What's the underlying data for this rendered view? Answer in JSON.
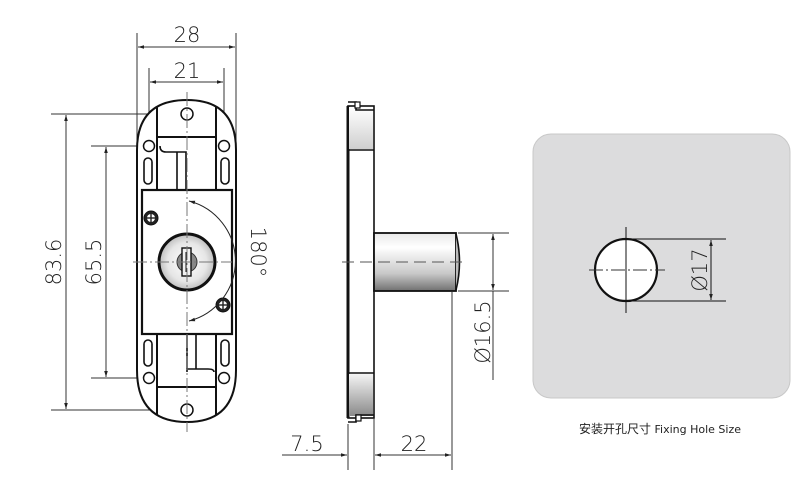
{
  "front_view": {
    "dim_overall_width": "28",
    "dim_hole_spacing_width": "21",
    "dim_overall_height": "83.6",
    "dim_hole_spacing_height": "65.5",
    "rotation_angle": "180°"
  },
  "side_view": {
    "dim_cylinder_diameter": "Ø16.5",
    "dim_flange_thickness": "7.5",
    "dim_cylinder_length": "22"
  },
  "fixing_hole_panel": {
    "dim_hole_diameter": "Ø17",
    "caption_cn": "安装开孔尺寸",
    "caption_en": "Fixing Hole Size",
    "panel_color": "#dcdcdd",
    "panel_border_color": "#c8c8c8"
  },
  "colors": {
    "line": "#111111",
    "dim_line": "#333333",
    "center_line": "#777777"
  }
}
